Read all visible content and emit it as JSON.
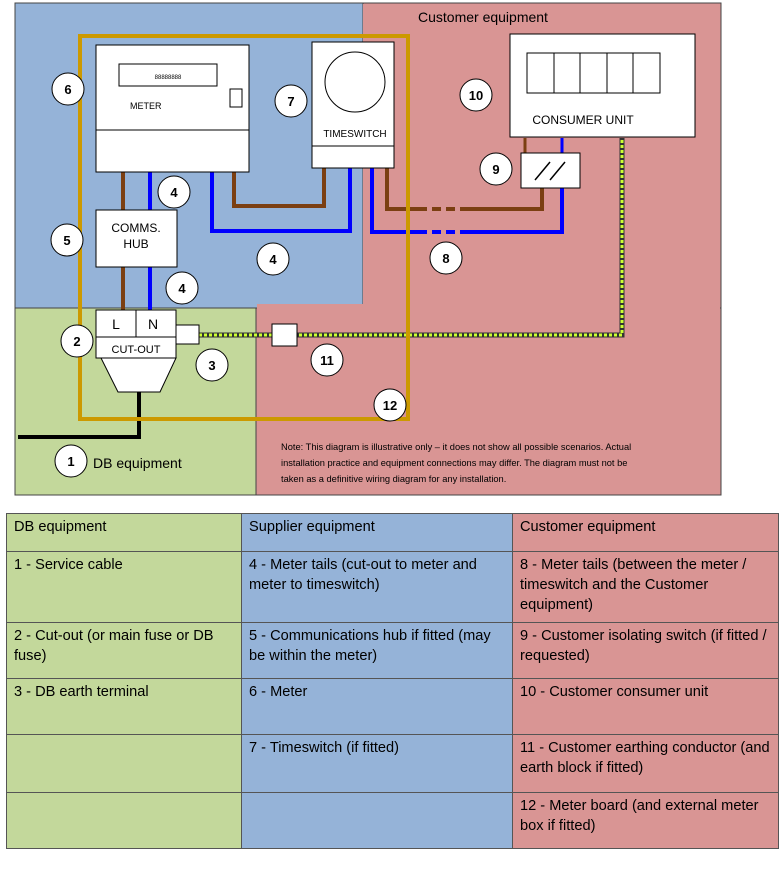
{
  "diagram": {
    "zone_customer_label": "Customer equipment",
    "zone_db_label": "DB equipment",
    "meter_display": "88888888",
    "meter_label": "METER",
    "timeswitch_label": "TIMESWITCH",
    "consumer_unit_label": "CONSUMER UNIT",
    "comms_hub_line1": "COMMS.",
    "comms_hub_line2": "HUB",
    "cutout_label": "CUT-OUT",
    "terminal_live": "L",
    "terminal_neutral": "N",
    "callouts": {
      "n1": "1",
      "n2": "2",
      "n3": "3",
      "n4": "4",
      "n5": "5",
      "n6": "6",
      "n7": "7",
      "n8": "8",
      "n9": "9",
      "n10": "10",
      "n11": "11",
      "n12": "12"
    },
    "note_line1": "Note: This diagram is illustrative only – it does not show all possible scenarios.  Actual",
    "note_line2": "installation practice and equipment connections may differ.  The diagram must not be",
    "note_line3": "taken as a definitive wiring diagram for any installation.",
    "colors": {
      "supplier_zone": "#95b3d8",
      "customer_zone": "#d99594",
      "db_zone": "#c3d89b",
      "live_wire": "#7b3f12",
      "neutral_wire": "#0000ff",
      "earth_wire": "#ccff33",
      "meter_board": "#cc9900",
      "service_cable": "#000000"
    }
  },
  "table": {
    "headers": [
      "DB equipment",
      "Supplier equipment",
      "Customer equipment"
    ],
    "rows": [
      [
        "1 - Service cable",
        "4 - Meter tails (cut-out to meter and meter to timeswitch)",
        "8 - Meter tails (between the meter / timeswitch and the Customer equipment)"
      ],
      [
        "2 - Cut-out (or main fuse or DB fuse)",
        "5 - Communications hub if fitted (may be within the meter)",
        "9 - Customer isolating switch (if fitted / requested)"
      ],
      [
        "3 - DB earth terminal",
        "6 - Meter",
        "10 - Customer consumer unit"
      ],
      [
        "",
        "7 - Timeswitch (if fitted)",
        "11 - Customer earthing conductor (and earth block if fitted)"
      ],
      [
        "",
        "",
        "12 - Meter board (and external meter box if fitted)"
      ]
    ]
  }
}
